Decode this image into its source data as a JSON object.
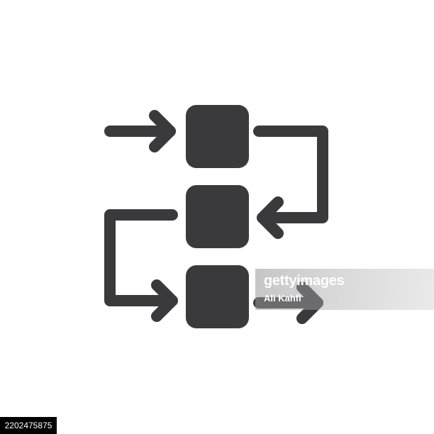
{
  "watermark": {
    "brand": "gettyimages",
    "credit": "Ali Kahfi"
  },
  "stock_id": "2202475875",
  "colors": {
    "icon": "#3a3a3c",
    "background": "#ffffff"
  }
}
